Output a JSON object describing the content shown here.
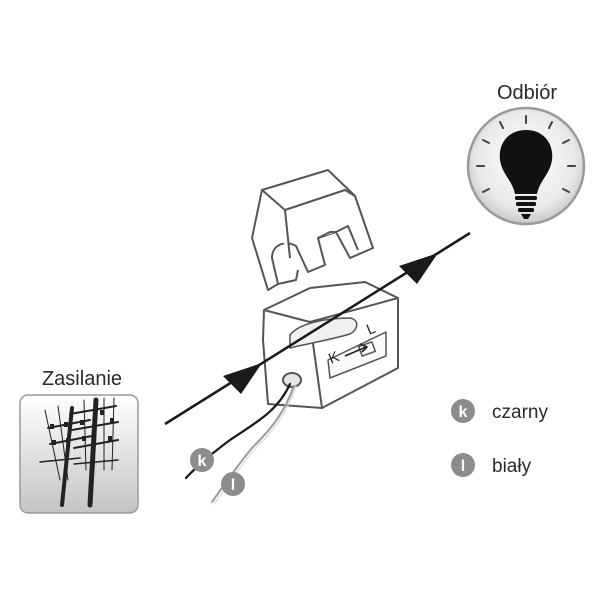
{
  "labels": {
    "load": "Odbiór",
    "supply": "Zasilanie",
    "direction_k": "K",
    "direction_l": "L"
  },
  "legend": [
    {
      "badge": "k",
      "text": "czarny"
    },
    {
      "badge": "l",
      "text": "biały"
    }
  ],
  "wire_badges": {
    "k": "k",
    "l": "l"
  },
  "colors": {
    "outline": "#555555",
    "arrow": "#1a1a1a",
    "badge": "#8c8c8c",
    "panel_top": "#ffffff",
    "panel_bottom": "#c8c8c8"
  },
  "icons": {
    "load": "light-bulb-icon",
    "supply": "power-pole-icon"
  }
}
